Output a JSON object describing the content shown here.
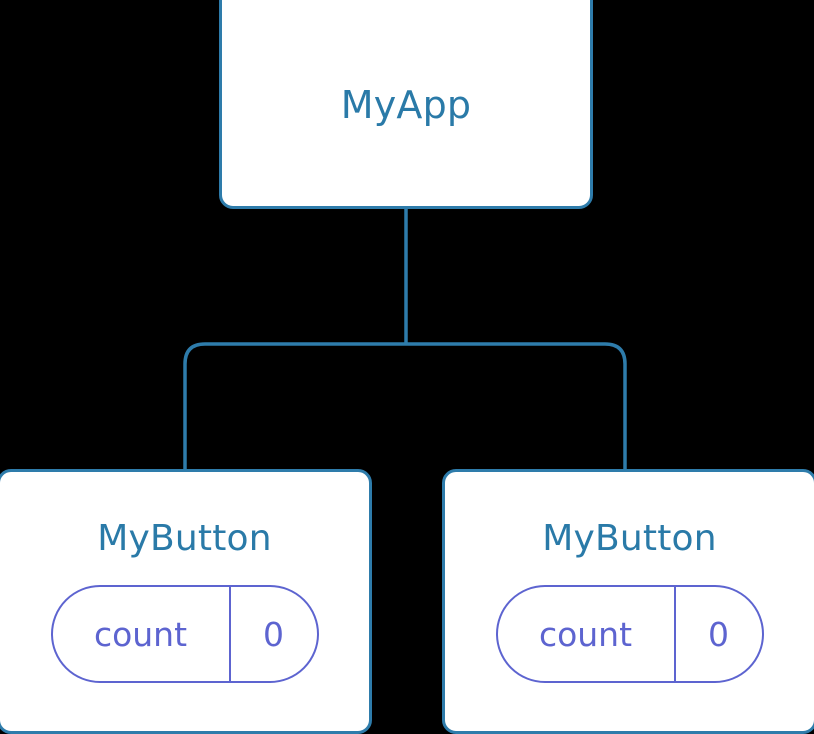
{
  "diagram": {
    "type": "component-tree",
    "background_color": "#000000",
    "node_fill": "#ffffff",
    "node_border_color": "#2e7cab",
    "node_text_color": "#2a7aa8",
    "state_badge_color": "#5d64d0",
    "edge_color": "#2e7cab"
  },
  "root": {
    "label": "MyApp"
  },
  "children": [
    {
      "label": "MyButton",
      "state": {
        "key": "count",
        "value": "0"
      }
    },
    {
      "label": "MyButton",
      "state": {
        "key": "count",
        "value": "0"
      }
    }
  ]
}
